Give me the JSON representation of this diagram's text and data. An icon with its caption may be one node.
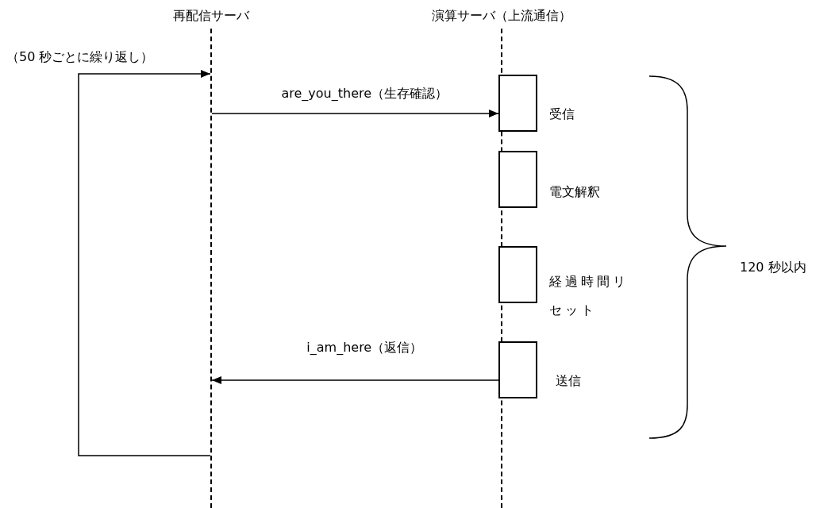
{
  "diagram": {
    "nodes": [
      {
        "text": [],
        "shape": "line",
        "beside": [
          "再配信サーバ"
        ]
      },
      {
        "text": [],
        "shape": "line",
        "beside": [
          "演算サーバ（上流通信）"
        ]
      },
      {
        "text": [],
        "shape": "box",
        "beside": [
          "受信"
        ]
      },
      {
        "text": [],
        "shape": "box",
        "beside": [
          "電文解釈"
        ]
      },
      {
        "text": [],
        "shape": "box",
        "beside": [
          "経過時間リセット"
        ]
      },
      {
        "text": [],
        "shape": "box",
        "beside": [
          "送信"
        ]
      }
    ],
    "edges": [
      {
        "from": 0,
        "to": 2,
        "arrow": "to",
        "label": "are_you_there（生存確認）"
      },
      {
        "from": 5,
        "to": 0,
        "arrow": "to",
        "label": "i_am_here（返信）"
      },
      {
        "from": 0,
        "to": 0,
        "arrow": "to",
        "label": "（50 秒ごとに繰り返し）"
      }
    ],
    "labels": [
      "120 秒以内"
    ]
  }
}
